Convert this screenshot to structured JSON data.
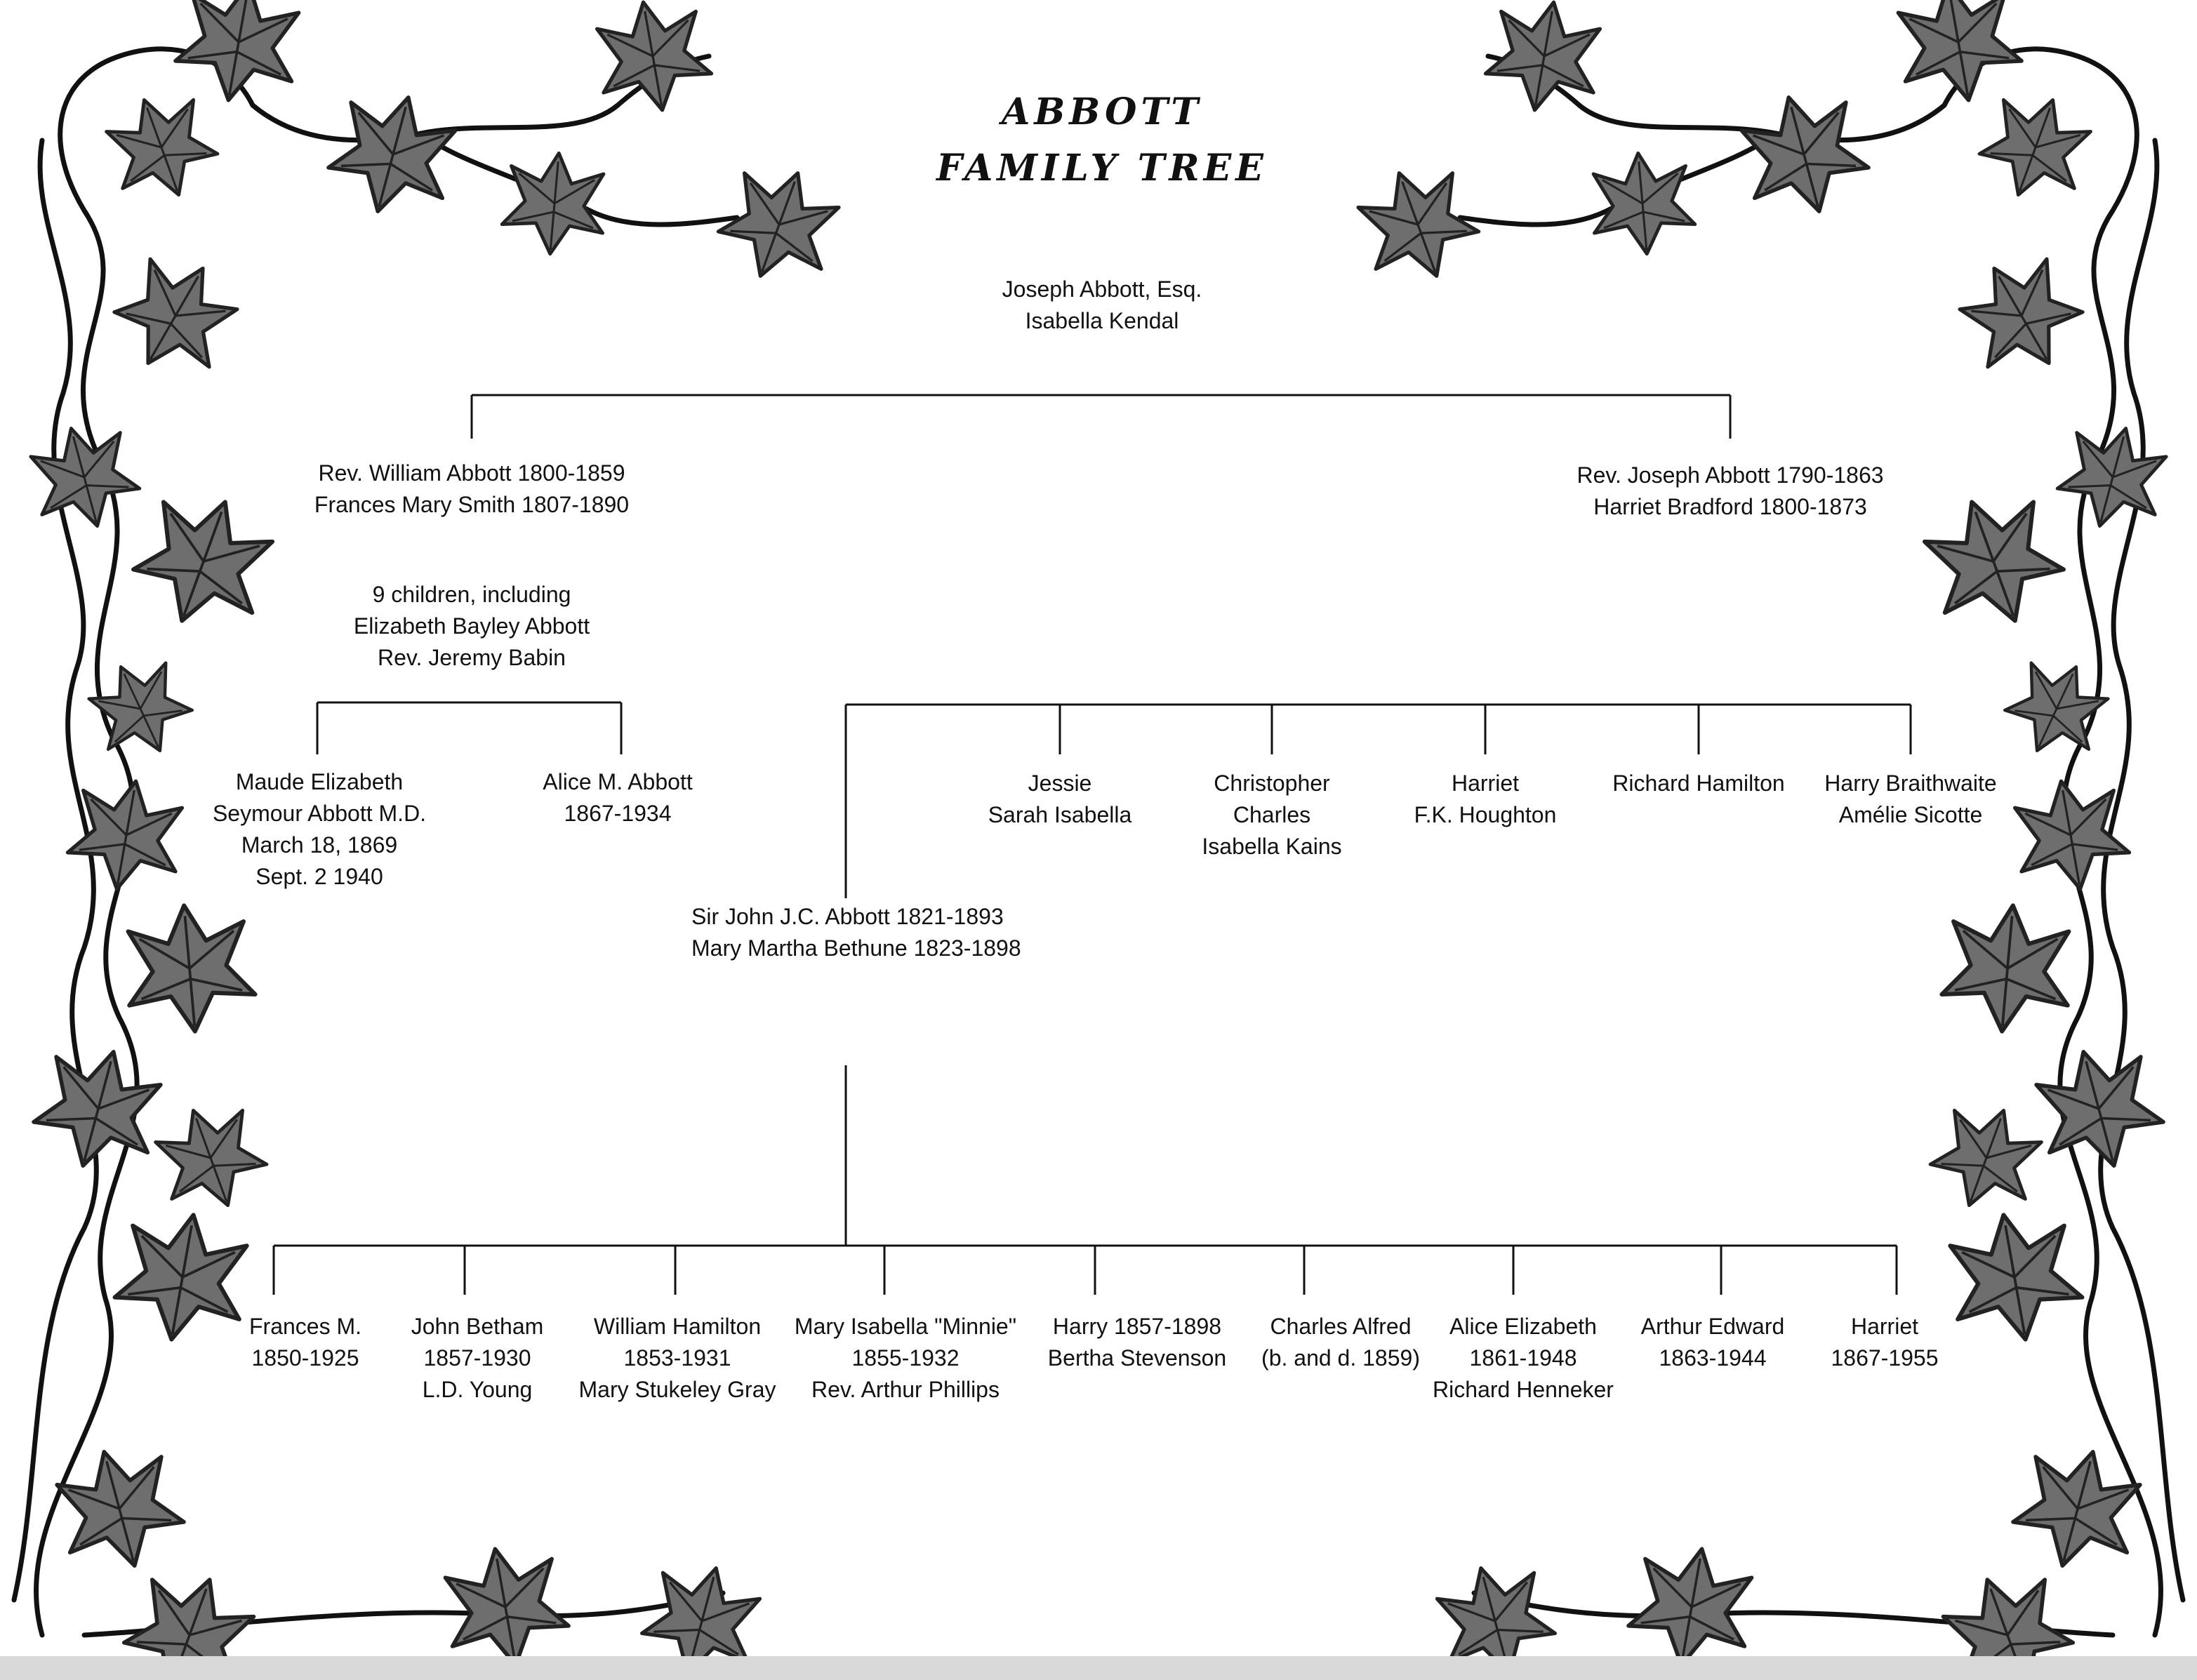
{
  "title": {
    "line1": "ABBOTT",
    "line2": "FAMILY TREE"
  },
  "colors": {
    "ink": "#111111",
    "leaf_fill": "#6e6e6e",
    "leaf_vein": "#222222",
    "background": "#ffffff"
  },
  "root": {
    "lines": [
      "Joseph Abbott, Esq.",
      "Isabella Kendal"
    ]
  },
  "generation2": {
    "left": {
      "lines": [
        "Rev. William Abbott 1800-1859",
        "Frances Mary Smith 1807-1890"
      ]
    },
    "left_children_note": {
      "lines": [
        "9 children, including",
        "Elizabeth Bayley Abbott",
        "Rev. Jeremy Babin"
      ]
    },
    "right": {
      "lines": [
        "Rev. Joseph Abbott 1790-1863",
        "Harriet Bradford 1800-1873"
      ]
    }
  },
  "generation3_left": [
    {
      "lines": [
        "Maude Elizabeth",
        "Seymour Abbott M.D.",
        "March 18, 1869",
        "Sept. 2 1940"
      ]
    },
    {
      "lines": [
        "Alice M. Abbott",
        "1867-1934"
      ]
    }
  ],
  "generation3_right": [
    {
      "lines": [
        "Sir John J.C. Abbott 1821-1893",
        "Mary Martha Bethune 1823-1898"
      ]
    },
    {
      "lines": [
        "Jessie",
        "Sarah Isabella"
      ]
    },
    {
      "lines": [
        "Christopher",
        "Charles",
        "Isabella Kains"
      ]
    },
    {
      "lines": [
        "Harriet",
        "F.K. Houghton"
      ]
    },
    {
      "lines": [
        "Richard Hamilton"
      ]
    },
    {
      "lines": [
        "Harry Braithwaite",
        "Amélie Sicotte"
      ]
    }
  ],
  "generation4": [
    {
      "lines": [
        "Frances M.",
        "1850-1925"
      ]
    },
    {
      "lines": [
        "John Betham",
        "1857-1930",
        "L.D. Young"
      ]
    },
    {
      "lines": [
        "William Hamilton",
        "1853-1931",
        "Mary Stukeley Gray"
      ]
    },
    {
      "lines": [
        "Mary Isabella \"Minnie\"",
        "1855-1932",
        "Rev. Arthur Phillips"
      ]
    },
    {
      "lines": [
        "Harry 1857-1898",
        "Bertha Stevenson"
      ]
    },
    {
      "lines": [
        "Charles Alfred",
        "(b. and d. 1859)"
      ]
    },
    {
      "lines": [
        "Alice Elizabeth",
        "1861-1948",
        "Richard Henneker"
      ]
    },
    {
      "lines": [
        "Arthur Edward",
        "1863-1944"
      ]
    },
    {
      "lines": [
        "Harriet",
        "1867-1955"
      ]
    }
  ]
}
